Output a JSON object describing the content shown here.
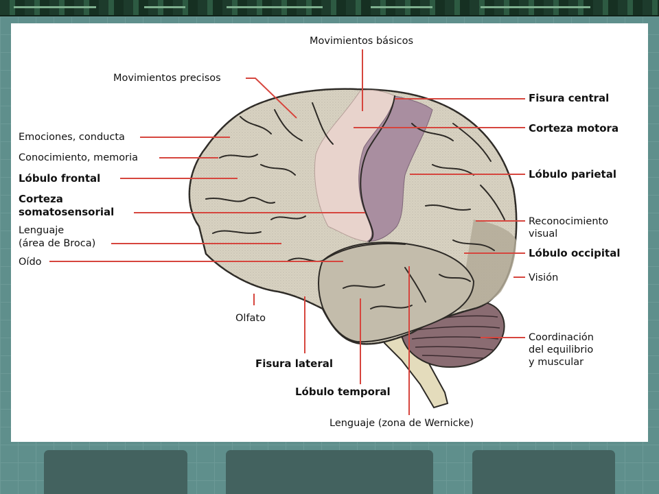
{
  "labels": {
    "movimientos_basicos": "Movimientos básicos",
    "movimientos_precisos": "Movimientos precisos",
    "emociones": "Emociones, conducta",
    "conocimiento": "Conocimiento, memoria",
    "lobulo_frontal": "Lóbulo frontal",
    "corteza_somato_1": "Corteza",
    "corteza_somato_2": "somatosensorial",
    "lenguaje_broca_1": "Lenguaje",
    "lenguaje_broca_2": "(área de Broca)",
    "oido": "Oído",
    "olfato": "Olfato",
    "fisura_lateral": "Fisura lateral",
    "lobulo_temporal": "Lóbulo temporal",
    "wernicke": "Lenguaje (zona de Wernicke)",
    "fisura_central": "Fisura central",
    "corteza_motora": "Corteza motora",
    "lobulo_parietal": "Lóbulo parietal",
    "reconocimiento_1": "Reconocimiento",
    "reconocimiento_2": "visual",
    "lobulo_occipital": "Lóbulo occipital",
    "vision": "Visión",
    "coordinacion_1": "Coordinación",
    "coordinacion_2": "del equilibrio",
    "coordinacion_3": "y muscular"
  },
  "colors": {
    "background": "#5f8f8c",
    "panel": "#ffffff",
    "leader_line": "#d6453d",
    "cortex": "#d8d2c2",
    "motor_cortex": "#e8d3cc",
    "somatosensory": "#a98ea0",
    "occipital": "#b3aa98",
    "temporal": "#c3bcab",
    "cerebellum": "#8a6c72",
    "brainstem": "#e4dcbc",
    "tab": "#43625f"
  }
}
